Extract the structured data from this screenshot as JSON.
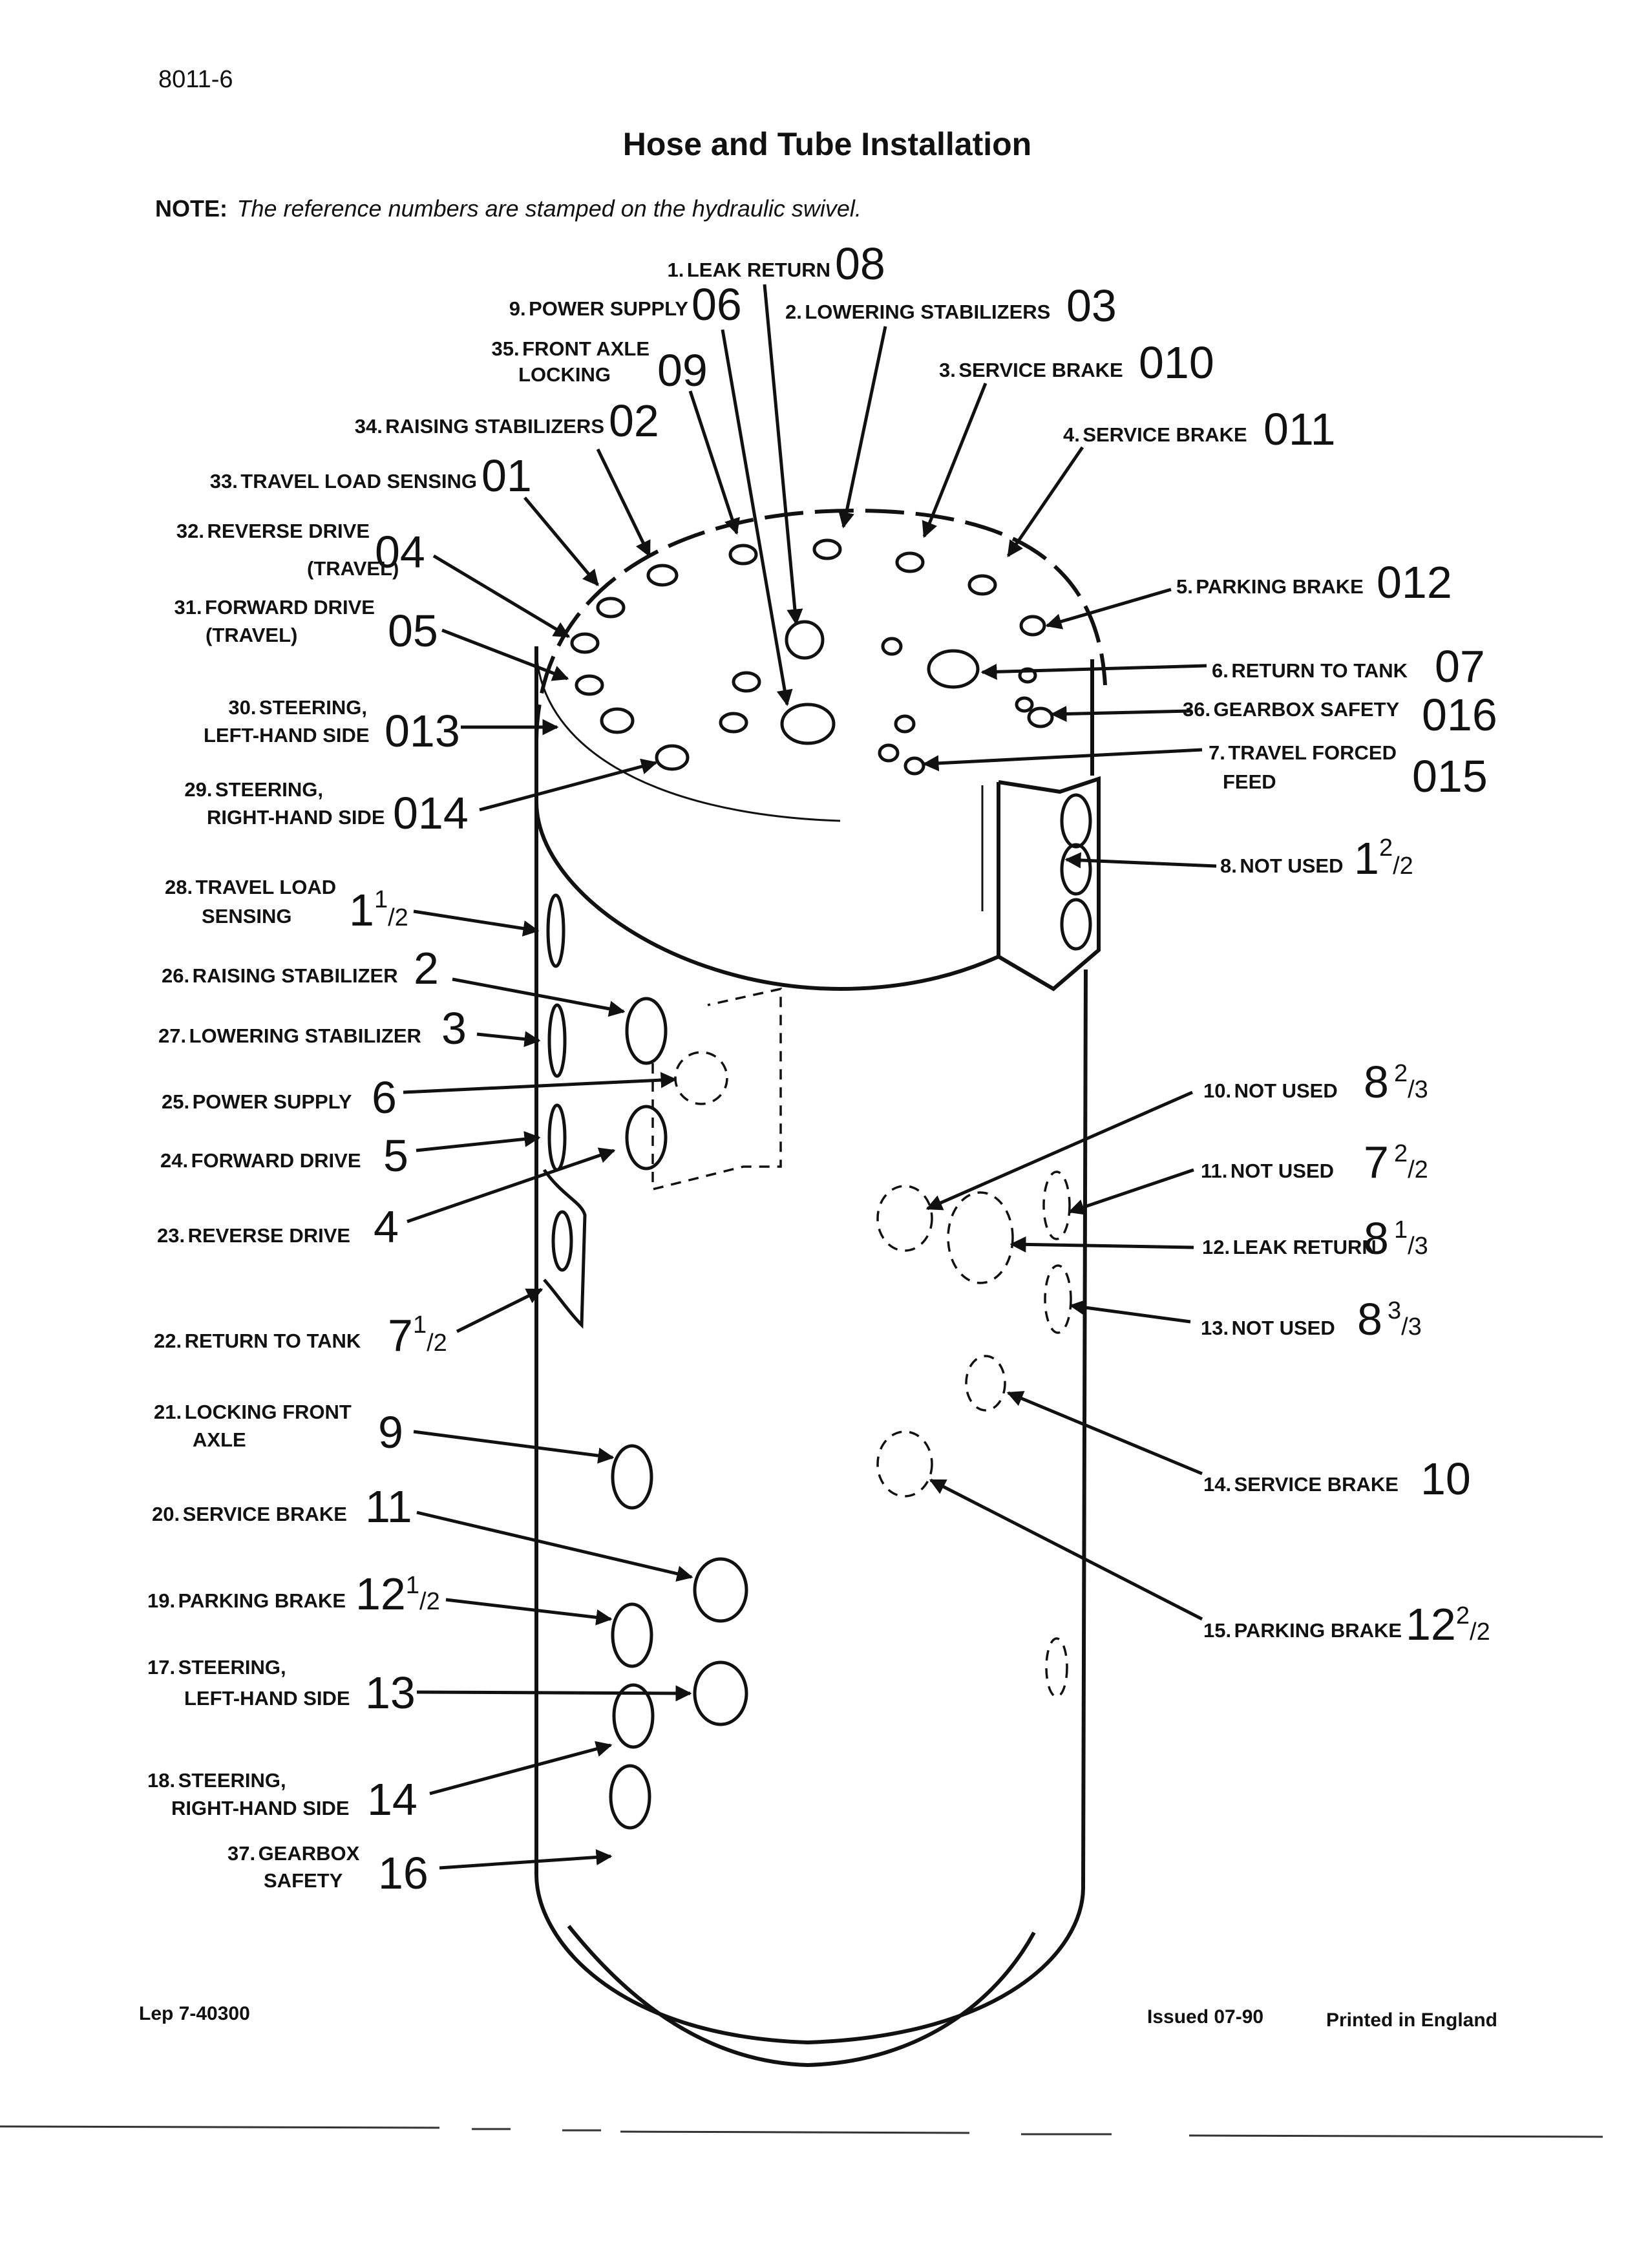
{
  "header": {
    "page_id": "8011-6",
    "title": "Hose and Tube Installation",
    "note_label": "NOTE:",
    "note_text": "The reference numbers are stamped on the hydraulic swivel."
  },
  "top_callouts": [
    {
      "item": "1.",
      "lines": [
        "LEAK RETURN"
      ],
      "ref": "08"
    },
    {
      "item": "9.",
      "lines": [
        "POWER SUPPLY"
      ],
      "ref": "06"
    },
    {
      "item": "2.",
      "lines": [
        "LOWERING STABILIZERS"
      ],
      "ref": "03"
    },
    {
      "item": "35.",
      "lines": [
        "FRONT AXLE",
        "LOCKING"
      ],
      "ref": "09"
    },
    {
      "item": "3.",
      "lines": [
        "SERVICE BRAKE"
      ],
      "ref": "010"
    },
    {
      "item": "34.",
      "lines": [
        "RAISING STABILIZERS"
      ],
      "ref": "02"
    },
    {
      "item": "4.",
      "lines": [
        "SERVICE BRAKE"
      ],
      "ref": "011"
    },
    {
      "item": "33.",
      "lines": [
        "TRAVEL LOAD SENSING"
      ],
      "ref": "01"
    },
    {
      "item": "32.",
      "lines": [
        "REVERSE DRIVE",
        "(TRAVEL)"
      ],
      "ref": "04"
    },
    {
      "item": "5.",
      "lines": [
        "PARKING BRAKE"
      ],
      "ref": "012"
    },
    {
      "item": "31.",
      "lines": [
        "FORWARD DRIVE",
        "(TRAVEL)"
      ],
      "ref": "05"
    },
    {
      "item": "6.",
      "lines": [
        "RETURN TO TANK"
      ],
      "ref": "07"
    },
    {
      "item": "30.",
      "lines": [
        "STEERING,",
        "LEFT-HAND SIDE"
      ],
      "ref": "013"
    },
    {
      "item": "36.",
      "lines": [
        "GEARBOX SAFETY"
      ],
      "ref": "016"
    },
    {
      "item": "7.",
      "lines": [
        "TRAVEL FORCED",
        "FEED"
      ],
      "ref": "015"
    },
    {
      "item": "29.",
      "lines": [
        "STEERING,",
        "RIGHT-HAND SIDE"
      ],
      "ref": "014"
    }
  ],
  "side_callouts_left": [
    {
      "item": "28.",
      "lines": [
        "TRAVEL LOAD",
        "SENSING"
      ],
      "ref": "1",
      "frac_num": "1",
      "frac_den": "2"
    },
    {
      "item": "26.",
      "lines": [
        "RAISING STABILIZER"
      ],
      "ref": "2"
    },
    {
      "item": "27.",
      "lines": [
        "LOWERING STABILIZER"
      ],
      "ref": "3"
    },
    {
      "item": "25.",
      "lines": [
        "POWER SUPPLY"
      ],
      "ref": "6"
    },
    {
      "item": "24.",
      "lines": [
        "FORWARD DRIVE"
      ],
      "ref": "5"
    },
    {
      "item": "23.",
      "lines": [
        "REVERSE DRIVE"
      ],
      "ref": "4"
    },
    {
      "item": "22.",
      "lines": [
        "RETURN TO TANK"
      ],
      "ref": "7",
      "frac_num": "1",
      "frac_den": "2"
    },
    {
      "item": "21.",
      "lines": [
        "LOCKING FRONT",
        "AXLE"
      ],
      "ref": "9"
    },
    {
      "item": "20.",
      "lines": [
        "SERVICE BRAKE"
      ],
      "ref": "11"
    },
    {
      "item": "19.",
      "lines": [
        "PARKING BRAKE"
      ],
      "ref": "12",
      "frac_num": "1",
      "frac_den": "2"
    },
    {
      "item": "17.",
      "lines": [
        "STEERING,",
        "LEFT-HAND SIDE"
      ],
      "ref": "13"
    },
    {
      "item": "18.",
      "lines": [
        "STEERING,",
        "RIGHT-HAND SIDE"
      ],
      "ref": "14"
    },
    {
      "item": "37.",
      "lines": [
        "GEARBOX",
        "SAFETY"
      ],
      "ref": "16"
    }
  ],
  "side_callouts_right": [
    {
      "item": "8.",
      "lines": [
        "NOT USED"
      ],
      "ref": "1",
      "frac_num": "2",
      "frac_den": "2"
    },
    {
      "item": "10.",
      "lines": [
        "NOT USED"
      ],
      "ref": "8",
      "frac_num": "2",
      "frac_den": "3"
    },
    {
      "item": "11.",
      "lines": [
        "NOT USED"
      ],
      "ref": "7",
      "frac_num": "2",
      "frac_den": "2"
    },
    {
      "item": "12.",
      "lines": [
        "LEAK RETURN"
      ],
      "ref": "8",
      "frac_num": "1",
      "frac_den": "3"
    },
    {
      "item": "13.",
      "lines": [
        "NOT USED"
      ],
      "ref": "8",
      "frac_num": "3",
      "frac_den": "3"
    },
    {
      "item": "14.",
      "lines": [
        "SERVICE BRAKE"
      ],
      "ref": "10"
    },
    {
      "item": "15.",
      "lines": [
        "PARKING BRAKE"
      ],
      "ref": "12",
      "frac_num": "2",
      "frac_den": "2"
    }
  ],
  "footer": {
    "left": "Lep 7-40300",
    "issued": "Issued 07-90",
    "printed": "Printed in England"
  }
}
